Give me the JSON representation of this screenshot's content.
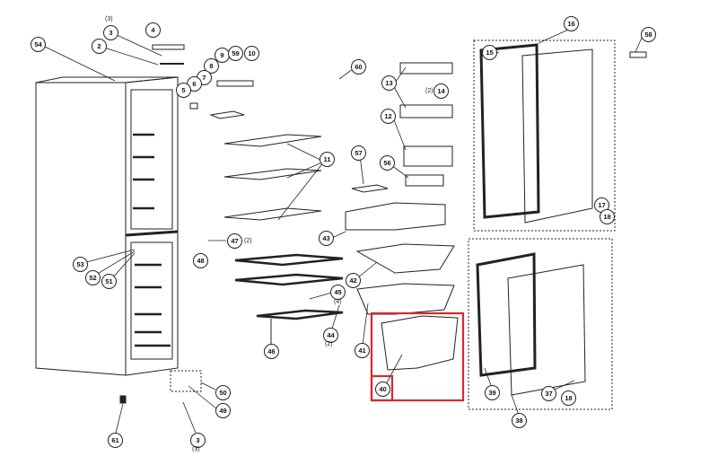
{
  "callouts": {
    "c54": "54",
    "c3a": "3",
    "c4": "4",
    "c2": "2",
    "c9": "9",
    "c59": "59",
    "c10": "10",
    "c8": "8",
    "c7": "7",
    "c6": "6",
    "c5": "5",
    "c60": "60",
    "c13": "13",
    "c14": "14",
    "c12": "12",
    "c16": "16",
    "c15": "15",
    "c58": "58",
    "c11": "11",
    "c57": "57",
    "c56": "56",
    "c43": "43",
    "c42": "42",
    "c47": "47",
    "c48": "48",
    "c53": "53",
    "c52": "52",
    "c51": "51",
    "c45": "45",
    "c44": "44",
    "c46": "46",
    "c41": "41",
    "c40": "40",
    "c17": "17",
    "c18a": "18",
    "c39": "39",
    "c37": "37",
    "c18b": "18",
    "c38": "38",
    "c50": "50",
    "c49": "49",
    "c3b": "3",
    "c61": "61"
  },
  "quantities": {
    "q3a": "(3)",
    "q14": "(2)",
    "q47": "(2)",
    "q45": "(4)",
    "q44": "(2)",
    "q3b": "(3)"
  },
  "colors": {
    "highlight": "#d9282f",
    "line": "#222222"
  }
}
